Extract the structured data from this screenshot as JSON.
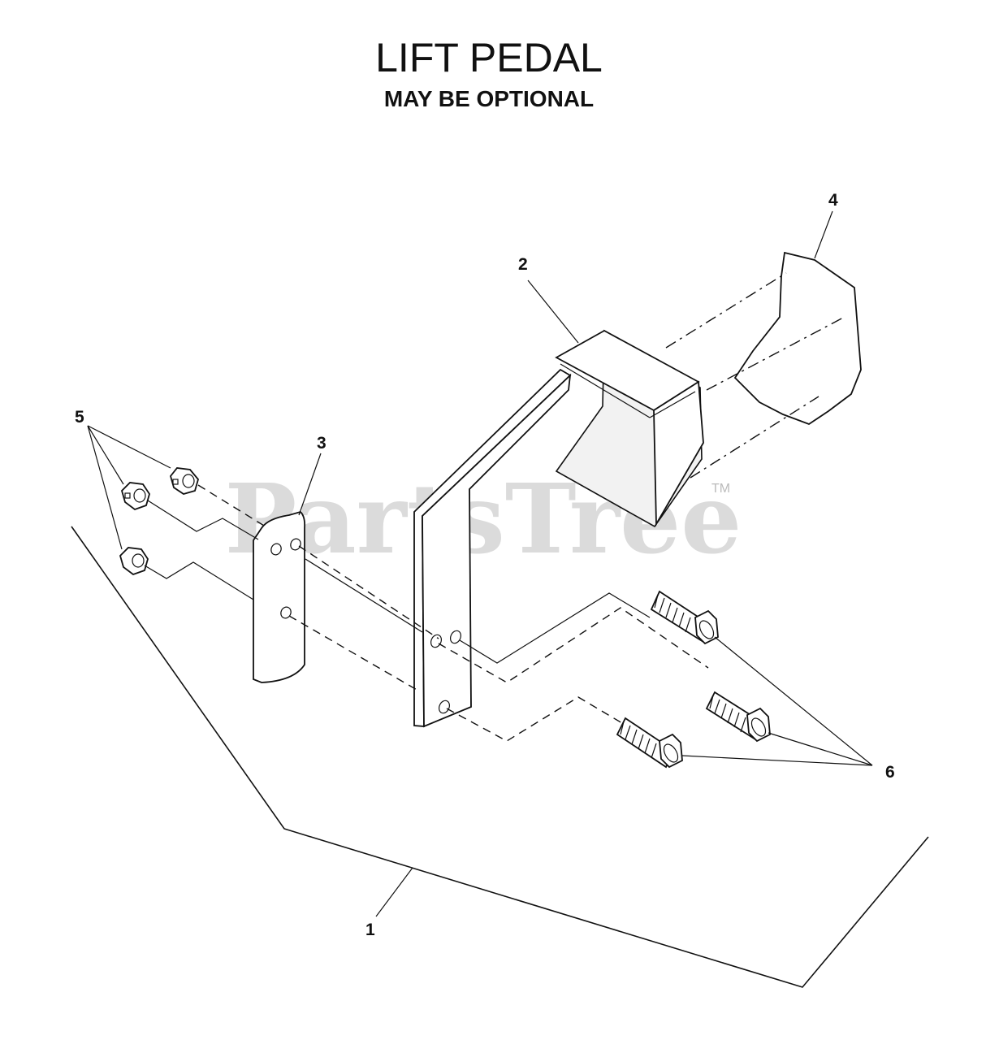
{
  "title": "LIFT PEDAL",
  "subtitle": "MAY BE OPTIONAL",
  "watermark": "PartsTree",
  "watermark_mark": "TM",
  "callouts": [
    {
      "id": "1",
      "label": "1"
    },
    {
      "id": "2",
      "label": "2"
    },
    {
      "id": "3",
      "label": "3"
    },
    {
      "id": "4",
      "label": "4"
    },
    {
      "id": "5",
      "label": "5"
    },
    {
      "id": "6",
      "label": "6"
    }
  ]
}
